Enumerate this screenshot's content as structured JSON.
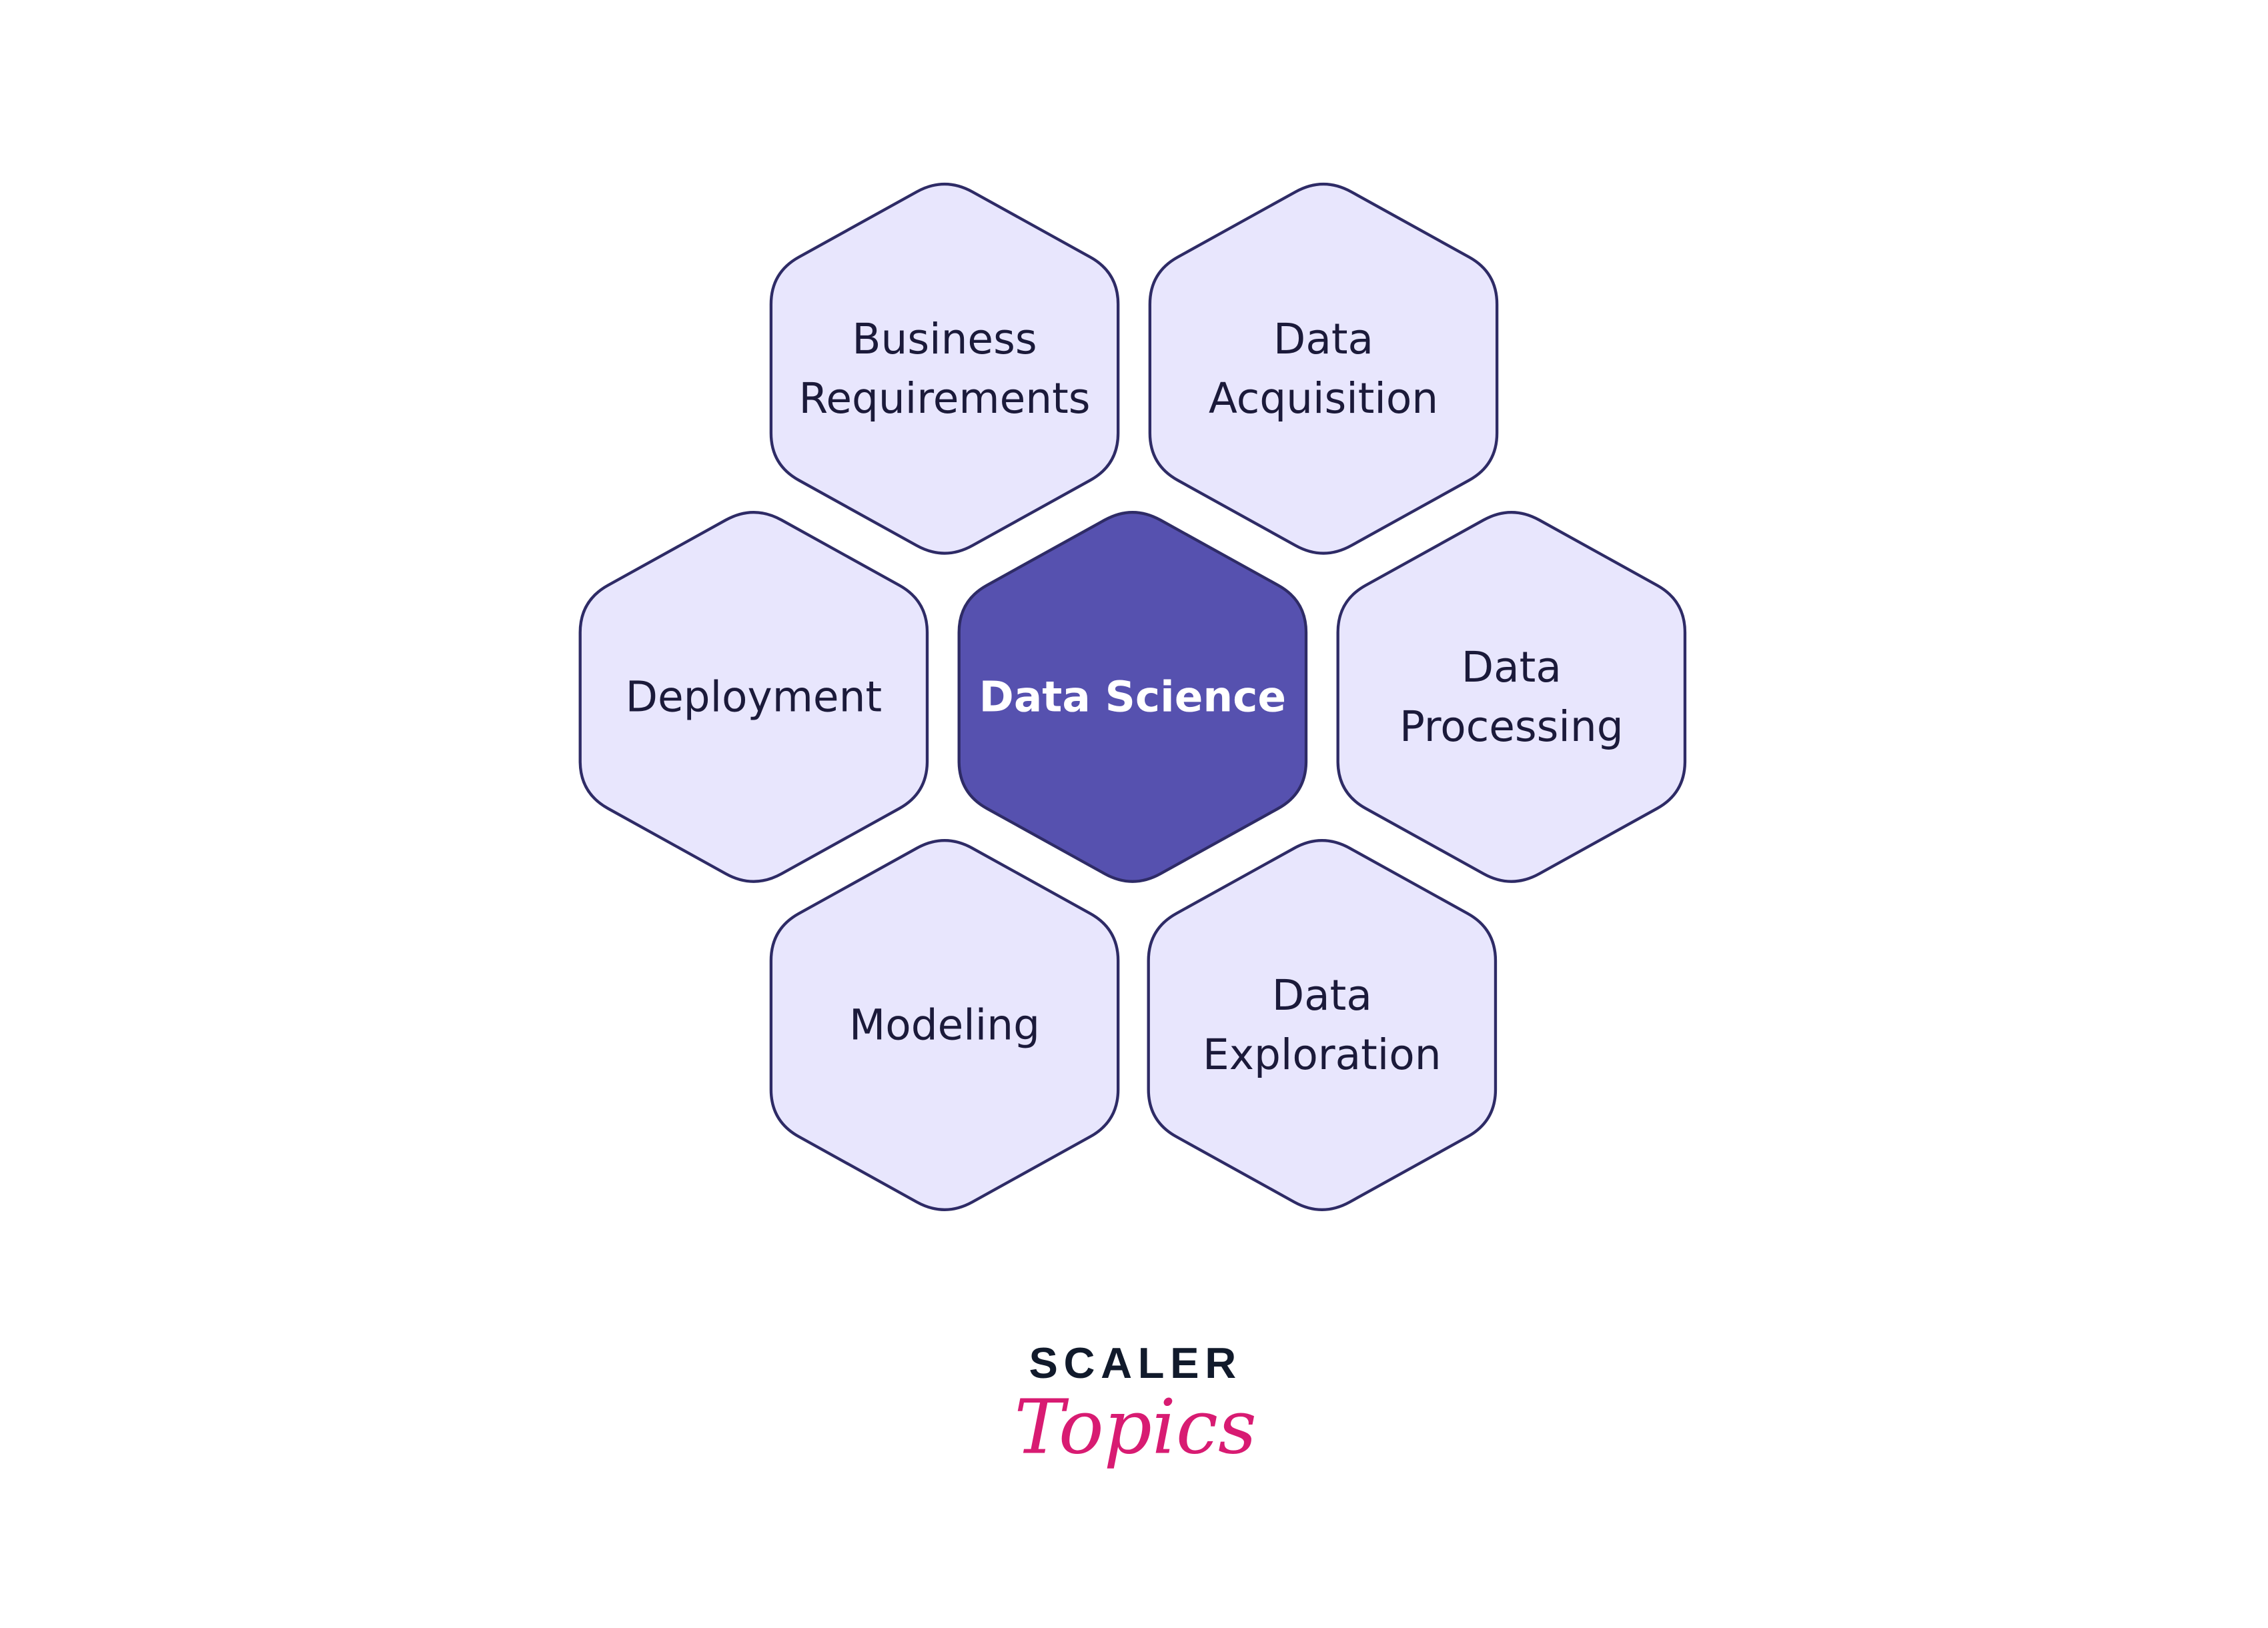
{
  "diagram": {
    "center": {
      "label": "Data Science"
    },
    "nodes": [
      {
        "id": "business-requirements",
        "lines": [
          "Business",
          "Requirements"
        ]
      },
      {
        "id": "data-acquisition",
        "lines": [
          "Data",
          "Acquisition"
        ]
      },
      {
        "id": "deployment",
        "lines": [
          "Deployment"
        ]
      },
      {
        "id": "data-processing",
        "lines": [
          "Data",
          "Processing"
        ]
      },
      {
        "id": "modeling",
        "lines": [
          "Modeling"
        ]
      },
      {
        "id": "data-exploration",
        "lines": [
          "Data",
          "Exploration"
        ]
      }
    ]
  },
  "logo": {
    "line1": "SCALER",
    "line2": "Topics"
  },
  "colors": {
    "node_fill": "#E8E6FD",
    "center_fill": "#5651AF",
    "stroke": "#2E2B66",
    "logo_dark": "#111A2B",
    "logo_pink": "#D81B72"
  }
}
